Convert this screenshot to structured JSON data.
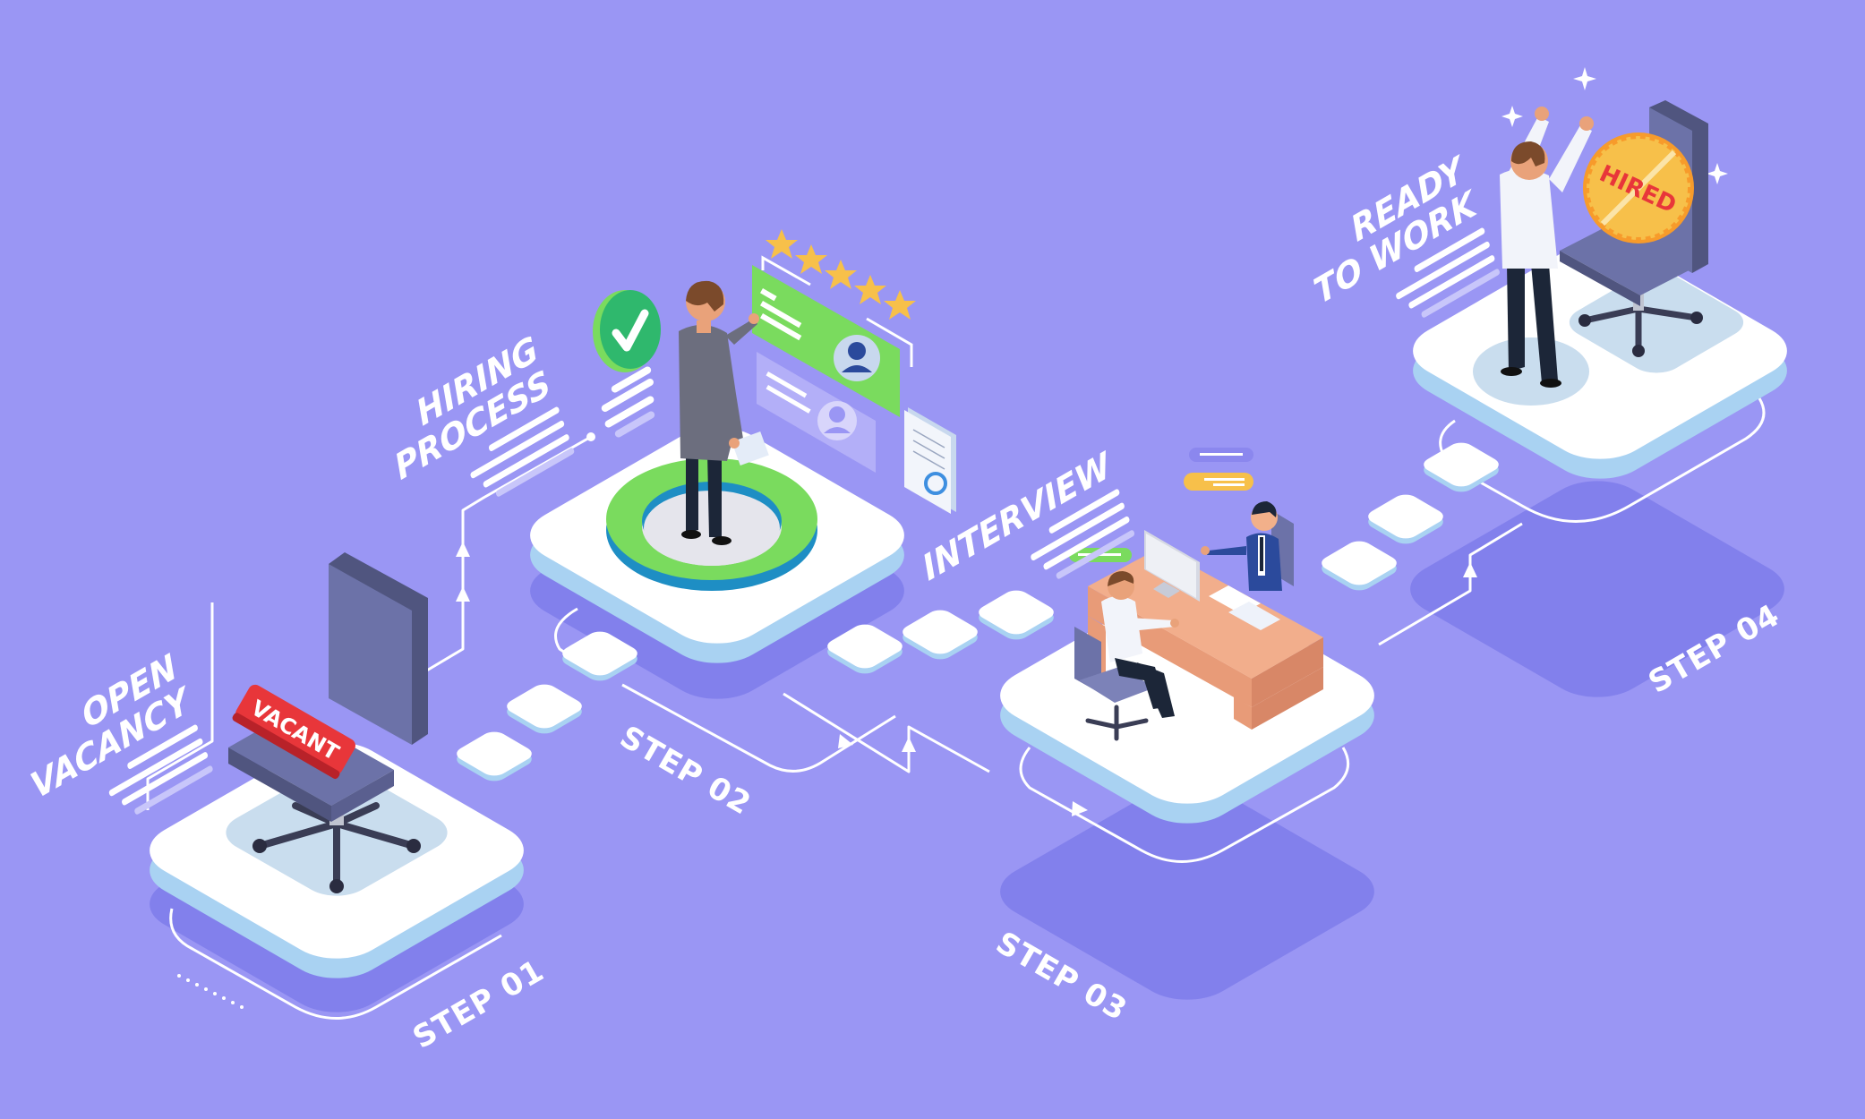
{
  "illustration": {
    "theme": "Isometric recruitment / hiring process infographic",
    "colors": {
      "background": "#9A96F4",
      "shadow": "#8280EC",
      "platform_top": "#FFFFFF",
      "platform_edge": "#A9D2F2",
      "connector": "#FFFFFF",
      "accent_green": "#7ADB5E",
      "accent_dark_green": "#2FB86D",
      "accent_red": "#E8363A",
      "accent_gold": "#F7C04A",
      "chair": "#6C72A8",
      "desk": "#F2AE8C"
    }
  },
  "steps": [
    {
      "id": "step-01",
      "step_label": "STEP 01",
      "title_line1": "OPEN",
      "title_line2": "VACANCY",
      "badge": "VACANT",
      "scene": "empty office chair with red VACANT sign"
    },
    {
      "id": "step-02",
      "step_label": "STEP 02",
      "title_line1": "HIRING",
      "title_line2": "PROCESS",
      "rating_stars": 5,
      "scene": "recruiter reviewing candidate profile cards with check mark"
    },
    {
      "id": "step-03",
      "step_label": "STEP 03",
      "title_line1": "INTERVIEW",
      "title_line2": "",
      "scene": "interviewer and candidate at desk with computer"
    },
    {
      "id": "step-04",
      "step_label": "STEP 04",
      "title_line1": "READY",
      "title_line2": "TO WORK",
      "badge": "HIRED",
      "scene": "happy new hire next to chair with HIRED seal"
    }
  ]
}
